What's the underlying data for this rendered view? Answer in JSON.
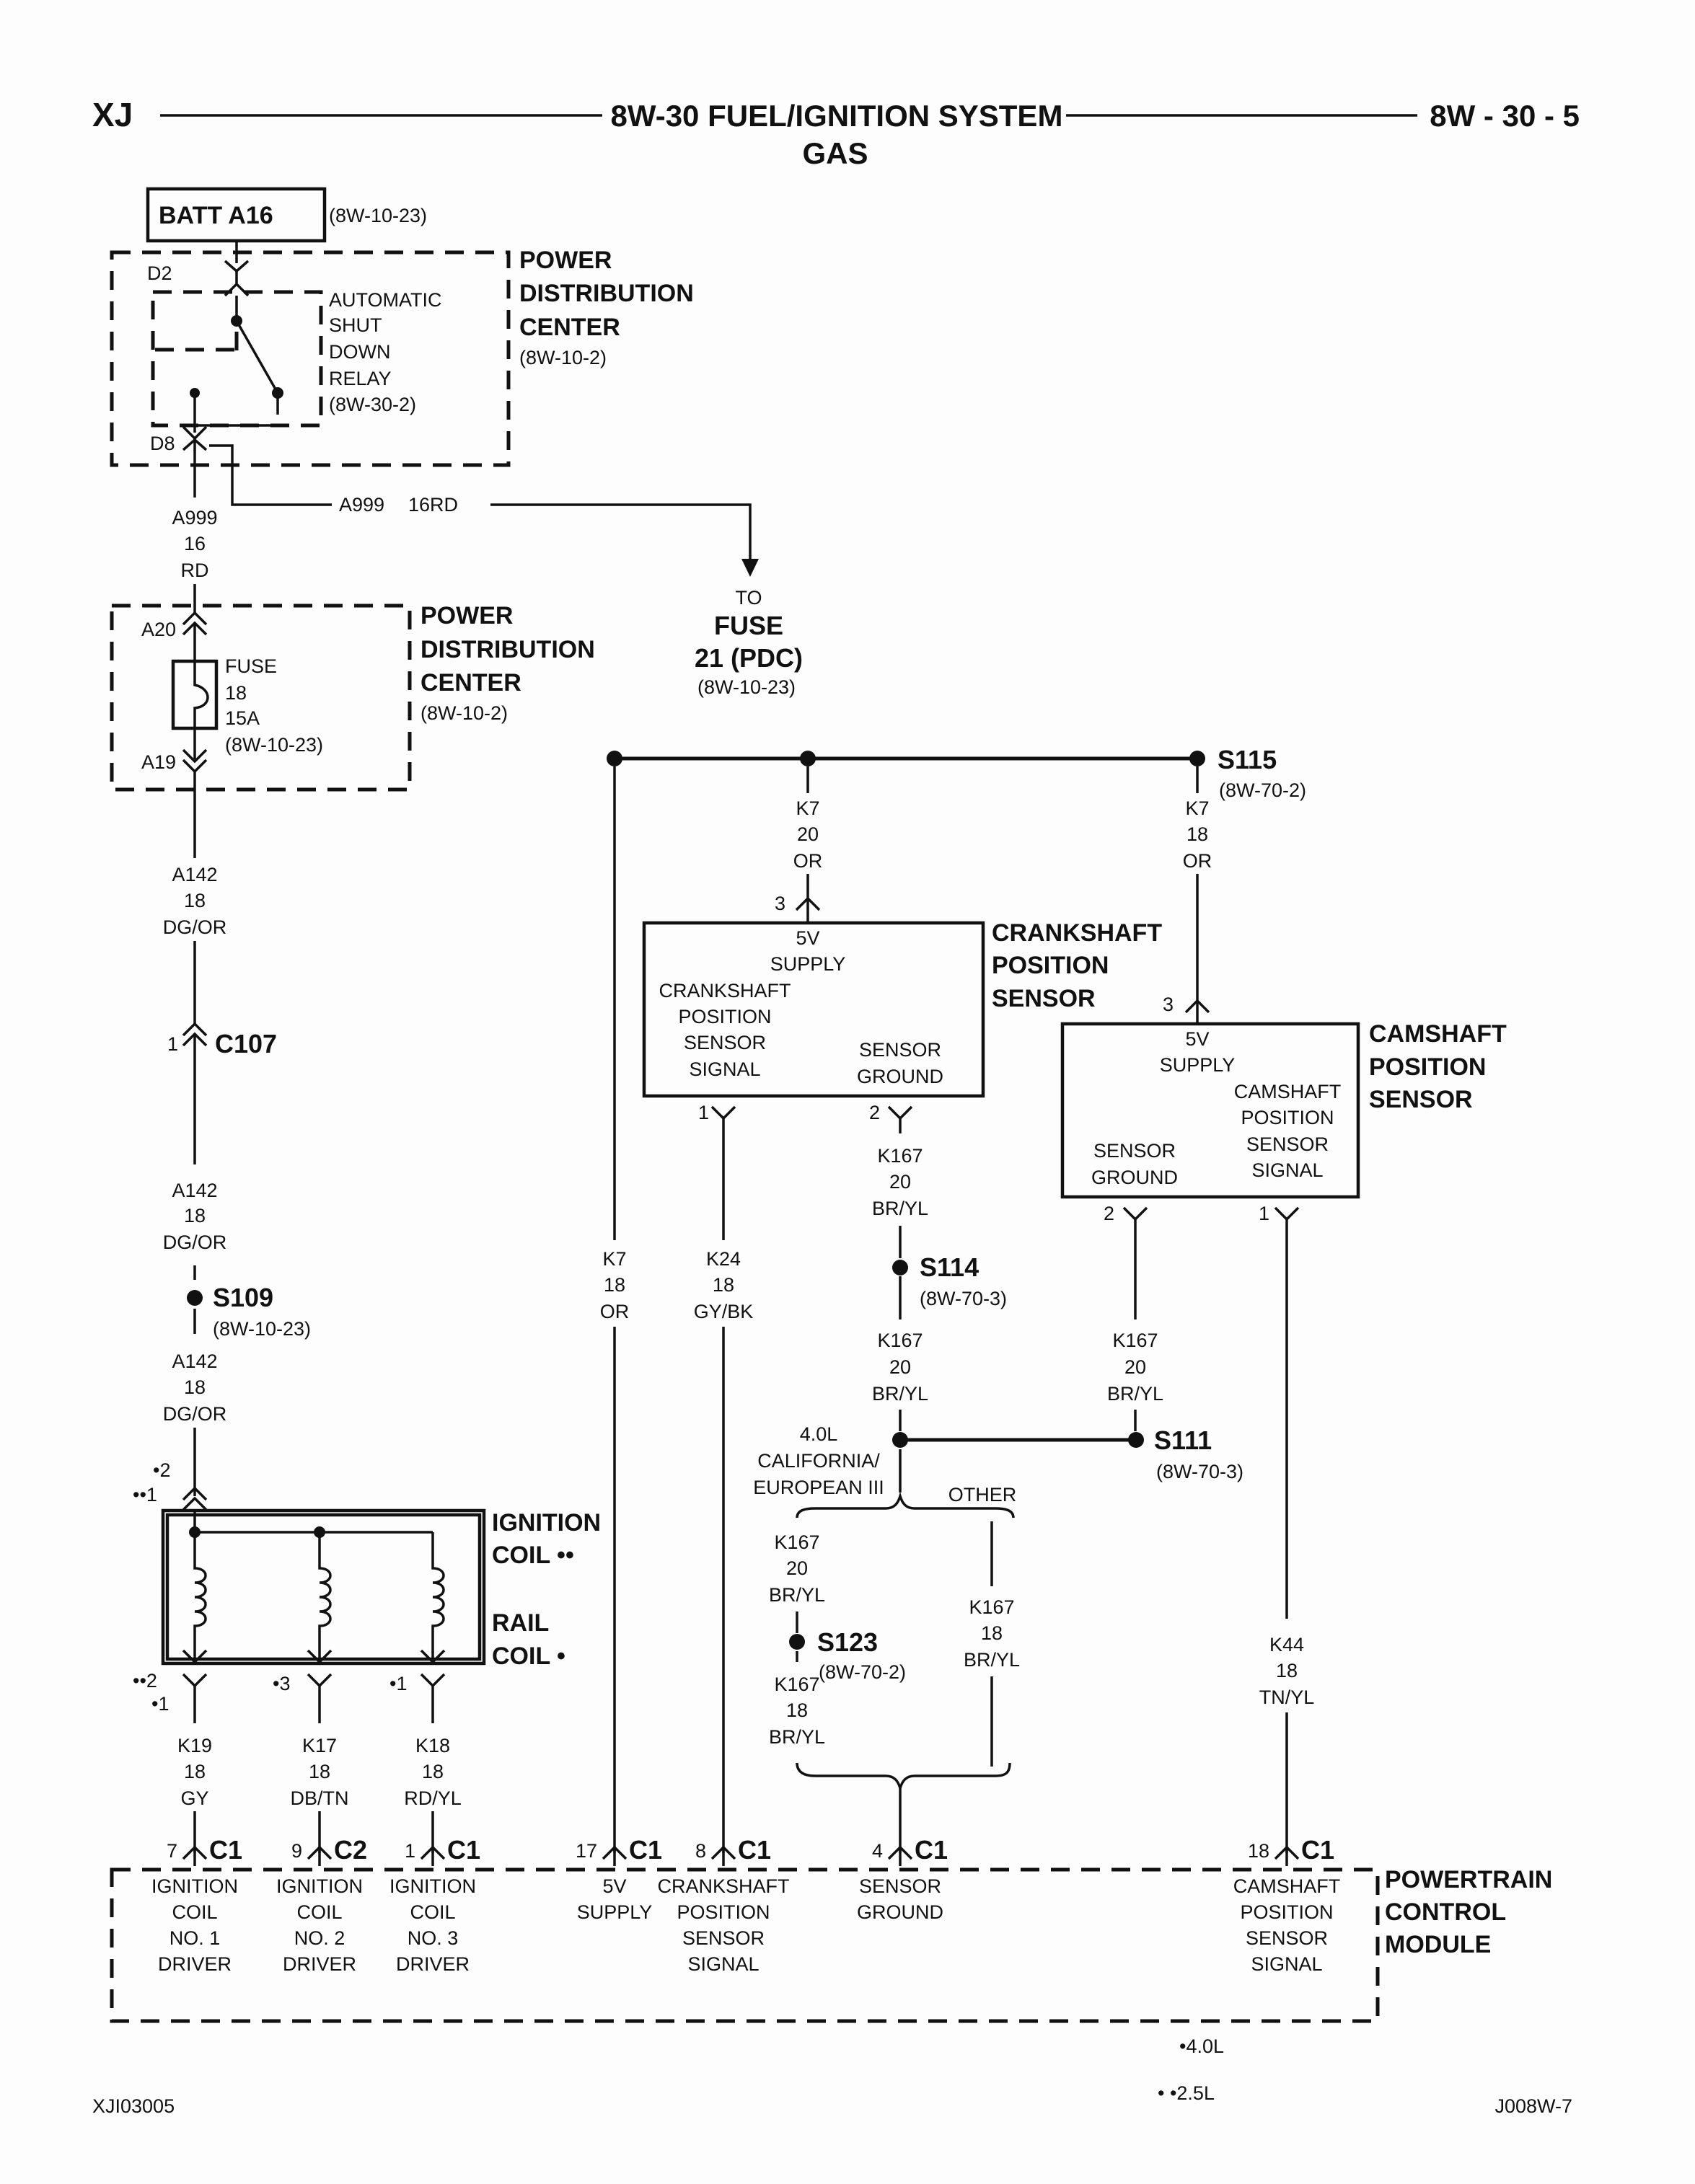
{
  "header": {
    "left": "XJ",
    "title": "8W-30 FUEL/IGNITION SYSTEM",
    "subtitle": "GAS",
    "page_ref": "8W - 30 - 5"
  },
  "batt": {
    "label": "BATT A16",
    "ref": "(8W-10-23)"
  },
  "pdc1": {
    "title_lines": [
      "POWER",
      "DISTRIBUTION",
      "CENTER"
    ],
    "ref": "(8W-10-2)",
    "pin_top": "D2",
    "pin_bottom": "D8",
    "relay_lines": [
      "AUTOMATIC",
      "SHUT",
      "DOWN",
      "RELAY",
      "(8W-30-2)"
    ]
  },
  "wire_a999_vertical": [
    "A999",
    "16",
    "RD"
  ],
  "wire_a999_branch": {
    "circuit": "A999",
    "gauge_color": "16RD"
  },
  "to_fuse": {
    "lines": [
      "TO",
      "FUSE",
      "21 (PDC)",
      "(8W-10-23)"
    ]
  },
  "pdc2": {
    "title_lines": [
      "POWER",
      "DISTRIBUTION",
      "CENTER"
    ],
    "ref": "(8W-10-2)",
    "pin_top": "A20",
    "pin_bottom": "A19",
    "fuse_lines": [
      "FUSE",
      "18",
      "15A",
      "(8W-10-23)"
    ]
  },
  "wire_a142_1": [
    "A142",
    "18",
    "DG/OR"
  ],
  "c107": {
    "pin": "1",
    "label": "C107"
  },
  "wire_a142_2": [
    "A142",
    "18",
    "DG/OR"
  ],
  "s109": {
    "label": "S109",
    "ref": "(8W-10-23)"
  },
  "wire_a142_3": [
    "A142",
    "18",
    "DG/OR"
  ],
  "coil_top_pins": {
    "p2": "•2",
    "p1": "••1"
  },
  "ignition_coil": {
    "label1": "IGNITION",
    "label1b": "COIL ••",
    "label2": "RAIL",
    "label2b": "COIL •"
  },
  "coil_pins": [
    {
      "a": "••2",
      "b": "•1"
    },
    {
      "a": "•3"
    },
    {
      "a": "•1"
    }
  ],
  "coil_wires": [
    [
      "K19",
      "18",
      "GY"
    ],
    [
      "K17",
      "18",
      "DB/TN"
    ],
    [
      "K18",
      "18",
      "RD/YL"
    ]
  ],
  "s115": {
    "label": "S115",
    "ref": "(8W-70-2)"
  },
  "wire_k7_crank": [
    "K7",
    "20",
    "OR"
  ],
  "wire_k7_cam": [
    "K7",
    "18",
    "OR"
  ],
  "crank_sensor": {
    "pin_top": "3",
    "supply": [
      "5V",
      "SUPPLY"
    ],
    "signal": [
      "CRANKSHAFT",
      "POSITION",
      "SENSOR",
      "SIGNAL"
    ],
    "ground": [
      "SENSOR",
      "GROUND"
    ],
    "title_lines": [
      "CRANKSHAFT",
      "POSITION",
      "SENSOR"
    ],
    "pin1": "1",
    "pin2": "2"
  },
  "cam_sensor": {
    "pin_top": "3",
    "supply": [
      "5V",
      "SUPPLY"
    ],
    "signal": [
      "CAMSHAFT",
      "POSITION",
      "SENSOR",
      "SIGNAL"
    ],
    "ground": [
      "SENSOR",
      "GROUND"
    ],
    "title_lines": [
      "CAMSHAFT",
      "POSITION",
      "SENSOR"
    ],
    "pin2": "2",
    "pin1": "1"
  },
  "wire_k7_pcm": [
    "K7",
    "18",
    "OR"
  ],
  "wire_k24": [
    "K24",
    "18",
    "GY/BK"
  ],
  "wire_k167_a": [
    "K167",
    "20",
    "BR/YL"
  ],
  "s114": {
    "label": "S114",
    "ref": "(8W-70-3)"
  },
  "wire_k167_b": [
    "K167",
    "20",
    "BR/YL"
  ],
  "wire_k167_cam": [
    "K167",
    "20",
    "BR/YL"
  ],
  "s111": {
    "label": "S111",
    "ref": "(8W-70-3)"
  },
  "variant_cal": [
    "4.0L",
    "CALIFORNIA/",
    "EUROPEAN III"
  ],
  "variant_other": "OTHER",
  "wire_k167_c": [
    "K167",
    "20",
    "BR/YL"
  ],
  "s123": {
    "label": "S123",
    "ref": "(8W-70-2)"
  },
  "wire_k167_d": [
    "K167",
    "18",
    "BR/YL"
  ],
  "wire_k167_other": [
    "K167",
    "18",
    "BR/YL"
  ],
  "wire_k44": [
    "K44",
    "18",
    "TN/YL"
  ],
  "pcm": {
    "title_lines": [
      "POWERTRAIN",
      "CONTROL",
      "MODULE"
    ],
    "connectors": [
      {
        "pin": "7",
        "conn": "C1",
        "func": [
          "IGNITION",
          "COIL",
          "NO. 1",
          "DRIVER"
        ]
      },
      {
        "pin": "9",
        "conn": "C2",
        "func": [
          "IGNITION",
          "COIL",
          "NO. 2",
          "DRIVER"
        ]
      },
      {
        "pin": "1",
        "conn": "C1",
        "func": [
          "IGNITION",
          "COIL",
          "NO. 3",
          "DRIVER"
        ]
      },
      {
        "pin": "17",
        "conn": "C1",
        "func": [
          "5V",
          "SUPPLY"
        ]
      },
      {
        "pin": "8",
        "conn": "C1",
        "func": [
          "CRANKSHAFT",
          "POSITION",
          "SENSOR",
          "SIGNAL"
        ]
      },
      {
        "pin": "4",
        "conn": "C1",
        "func": [
          "SENSOR",
          "GROUND"
        ]
      },
      {
        "pin": "18",
        "conn": "C1",
        "func": [
          "CAMSHAFT",
          "POSITION",
          "SENSOR",
          "SIGNAL"
        ]
      }
    ]
  },
  "legend": {
    "l1": "•4.0L",
    "l2": "• •2.5L"
  },
  "footer": {
    "left": "XJI03005",
    "right": "J008W-7"
  }
}
